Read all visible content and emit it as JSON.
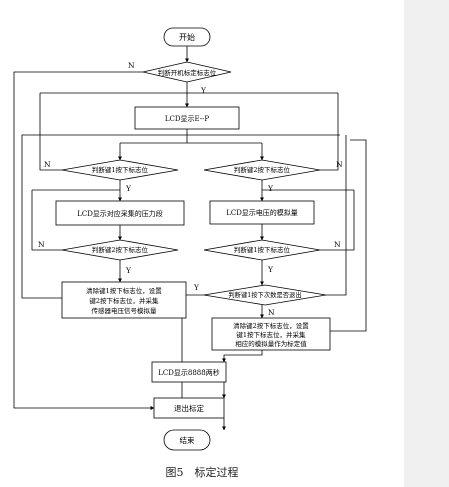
{
  "nodes": {
    "start": "开始",
    "d_boot": "判断开机标定标志位",
    "lcd_ep": "LCD显示E--P",
    "d_k1": "判断键1按下标志位",
    "d_k2": "判断键2按下标志位",
    "lcd_pressure": "LCD显示对应采集的压力段",
    "lcd_voltage": "LCD显示电压的模拟量",
    "d_k2b": "判断键2按下标志位",
    "d_k1b": "判断键1按下标志位",
    "clear1": [
      "清除键1按下标志位，设置",
      "键2按下标志位，并采集",
      "传感器电压信号模拟量"
    ],
    "d_k1times": "判断键1按下次数是否退出",
    "clear2": [
      "清除键2按下标志位，设置",
      "键1按下标志位，并采集",
      "相应的模拟量作为标定值"
    ],
    "lcd_8888": "LCD显示8888两秒",
    "exit": "退出标定",
    "end": "结束"
  },
  "labels": {
    "yes": "Y",
    "no": "N"
  },
  "caption": "图5　标定过程"
}
